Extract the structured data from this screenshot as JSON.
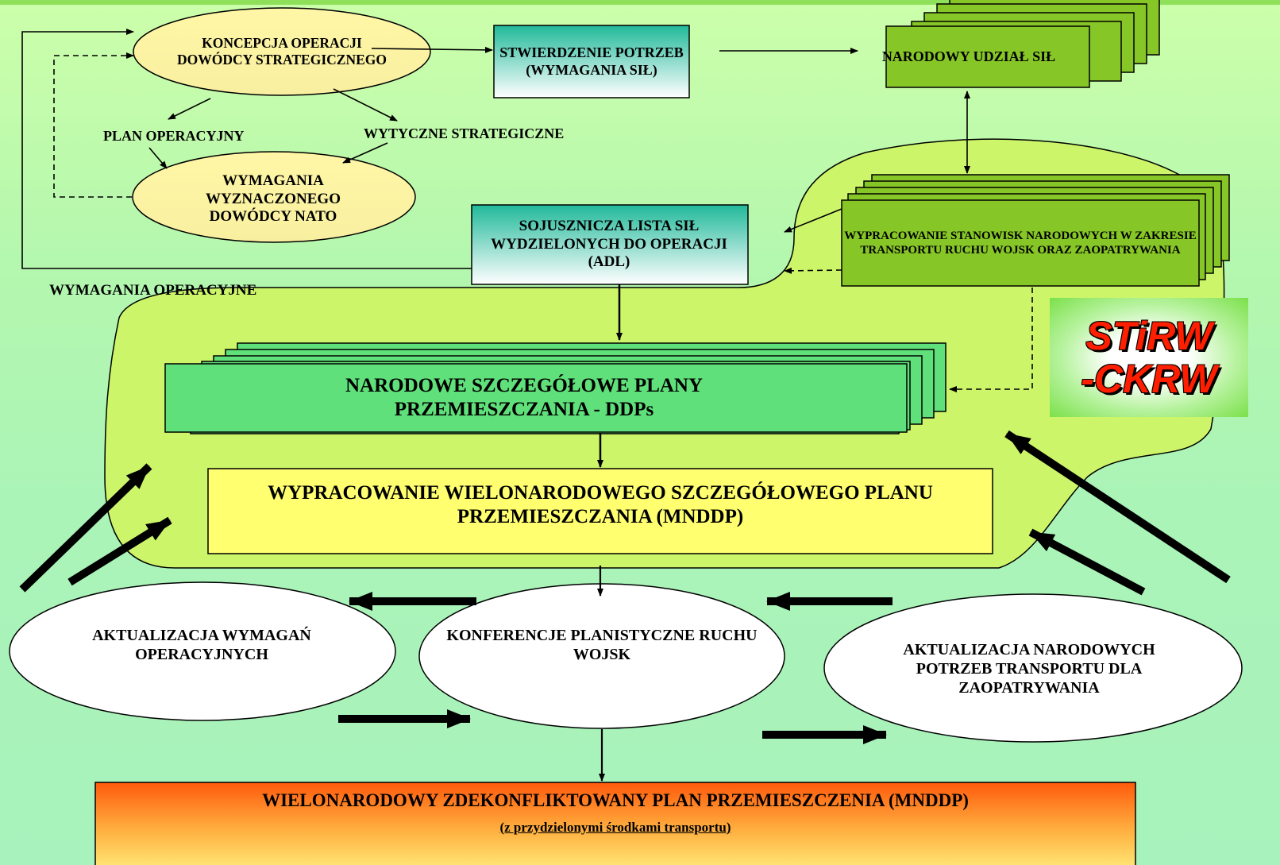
{
  "boxes": {
    "koncepcja": "KONCEPCJA OPERACJI DOWÓDCY STRATEGICZNEGO",
    "stwierdzenie": "STWIERDZENIE POTRZEB (WYMAGANIA SIŁ)",
    "narodowy_udzial": "NARODOWY UDZIAŁ SIŁ",
    "plan_operacyjny": "PLAN OPERACYJNY",
    "wytyczne": "WYTYCZNE STRATEGICZNE",
    "wymagania_dowodcy": "WYMAGANIA WYZNACZONEGO DOWÓDCY NATO",
    "sojusznicza_lista": "SOJUSZNICZA LISTA SIŁ WYDZIELONYCH DO  OPERACJI (ADL)",
    "wypracowanie_stanowisk": "WYPRACOWANIE STANOWISK NARODOWYCH  W ZAKRESIE TRANSPORTU RUCHU WOJSK ORAZ ZAOPATRYWANIA",
    "wymagania_operacyjne": "WYMAGANIA OPERACYJNE",
    "narodowe_plany": "NARODOWE SZCZEGÓŁOWE PLANY PRZEMIESZCZANIA - DDPs",
    "mnddp_wypracowanie": "WYPRACOWANIE WIELONARODOWEGO SZCZEGÓŁOWEGO PLANU PRZEMIESZCZANIA  (MNDDP)",
    "aktualizacja_wymagan": "AKTUALIZACJA WYMAGAŃ OPERACYJNYCH",
    "konferencje": "KONFERENCJE PLANISTYCZNE RUCHU WOJSK",
    "aktualizacja_potrzeb": "AKTUALIZACJA NARODOWYCH POTRZEB TRANSPORTU DLA ZAOPATRYWANIA",
    "final_title": "WIELONARODOWY ZDEKONFLIKTOWANY PLAN PRZEMIESZCZENIA (MNDDP)",
    "final_subtitle": "(z przydzielonymi środkami transportu)"
  },
  "logo": {
    "line1": "STiRW",
    "line2": "-CKRW"
  },
  "colors": {
    "background_top": "#ccffaa",
    "background_bottom": "#a8f2bd",
    "blob": "#ccf56a",
    "ellipse_yellow": "#fbf7a0",
    "teal_box": "#2fbfa0",
    "olive_box": "#86c626",
    "ddp_box": "#5fe07a",
    "mnddp_box": "#ffff70",
    "final_box_top": "#ff6a10",
    "final_box_bottom": "#ffe96a",
    "logo_text": "#ff1e00"
  }
}
